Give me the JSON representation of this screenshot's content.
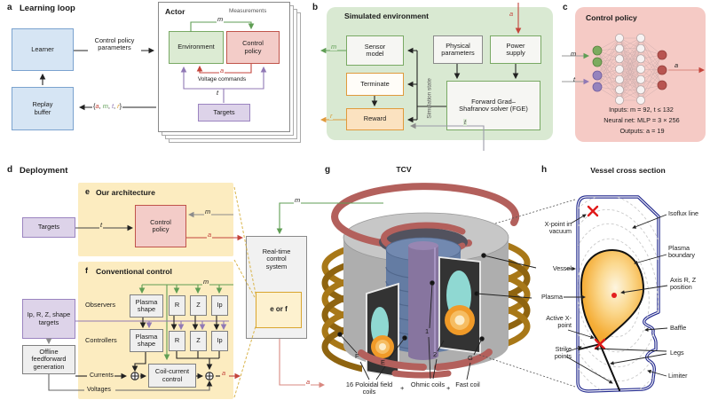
{
  "palette": {
    "green": "#5f9e54",
    "red": "#c4453c",
    "purple": "#9179b5",
    "orange": "#e09a3c",
    "blue_fill": "#d6e5f4",
    "green_bg": "#d9e9d2",
    "pink_bg": "#f5cac5",
    "yellow_bg": "#fcecc0"
  },
  "panel_a": {
    "tag": "a",
    "title": "Learning loop",
    "learner": "Learner",
    "replay": "Replay buffer",
    "cpp": "Control policy parameters",
    "tuple": [
      "{",
      "a",
      ", ",
      "m",
      ", ",
      "t",
      ", ",
      "r",
      "}"
    ],
    "actor": {
      "title": "Actor",
      "measurements": "Measurements",
      "env": "Environment",
      "cp": "Control policy",
      "targets": "Targets",
      "m": "m",
      "a": "a",
      "t": "t",
      "vc": "Voltage commands"
    }
  },
  "panel_b": {
    "tag": "b",
    "title": "Simulated environment",
    "sensor": "Sensor model",
    "terminate": "Terminate",
    "reward": "Reward",
    "phys": "Physical parameters",
    "power": "Power supply",
    "fge": "Forward Grad–Shafranov solver (FGE)",
    "simstate": "Simulation state",
    "m": "m",
    "r": "r",
    "a": "a",
    "t": "t"
  },
  "panel_c": {
    "tag": "c",
    "title": "Control policy",
    "m": "m",
    "t": "t",
    "a": "a",
    "io1": "Inputs: m = 92, t ≤ 132",
    "io2": "Neural net: MLP = 3 × 256",
    "io3": "Outputs: a = 19"
  },
  "deployment": {
    "tag": "d",
    "title": "Deployment",
    "targets": "Targets",
    "e": {
      "tag": "e",
      "title": "Our architecture",
      "cp": "Control policy",
      "t": "t",
      "m": "m",
      "a": "a"
    },
    "f": {
      "tag": "f",
      "title": "Conventional control",
      "observers": "Observers",
      "controllers": "Controllers",
      "boxes": [
        "Plasma shape",
        "R",
        "Z",
        "Ip"
      ],
      "targets": "Ip, R, Z, shape targets",
      "offline": "Offline feedforward generation",
      "coil": "Coil-current control",
      "currents": "Currents",
      "voltages": "Voltages",
      "m": "m",
      "a": "a"
    },
    "rtcs": {
      "label": "Real-time control system",
      "eorf": "e or f",
      "m": "m",
      "a": "a"
    }
  },
  "panel_g": {
    "tag": "g",
    "title": "TCV",
    "labels": {
      "f": "F",
      "e": "E",
      "n1": "1",
      "n2": "2",
      "g": "G"
    },
    "legend": {
      "poloidal": "16 Poloidal field coils",
      "plus": "+",
      "ohmic": "Ohmic coils",
      "fast": "Fast coil"
    }
  },
  "panel_h": {
    "tag": "h",
    "title": "Vessel cross section",
    "left": [
      "X-point in vacuum",
      "Vessel",
      "Plasma",
      "Active X-point",
      "Strike points"
    ],
    "right": [
      "Isoflux line",
      "Plasma boundary",
      "Axis R, Z position",
      "Baffle",
      "Legs",
      "Limiter"
    ]
  }
}
